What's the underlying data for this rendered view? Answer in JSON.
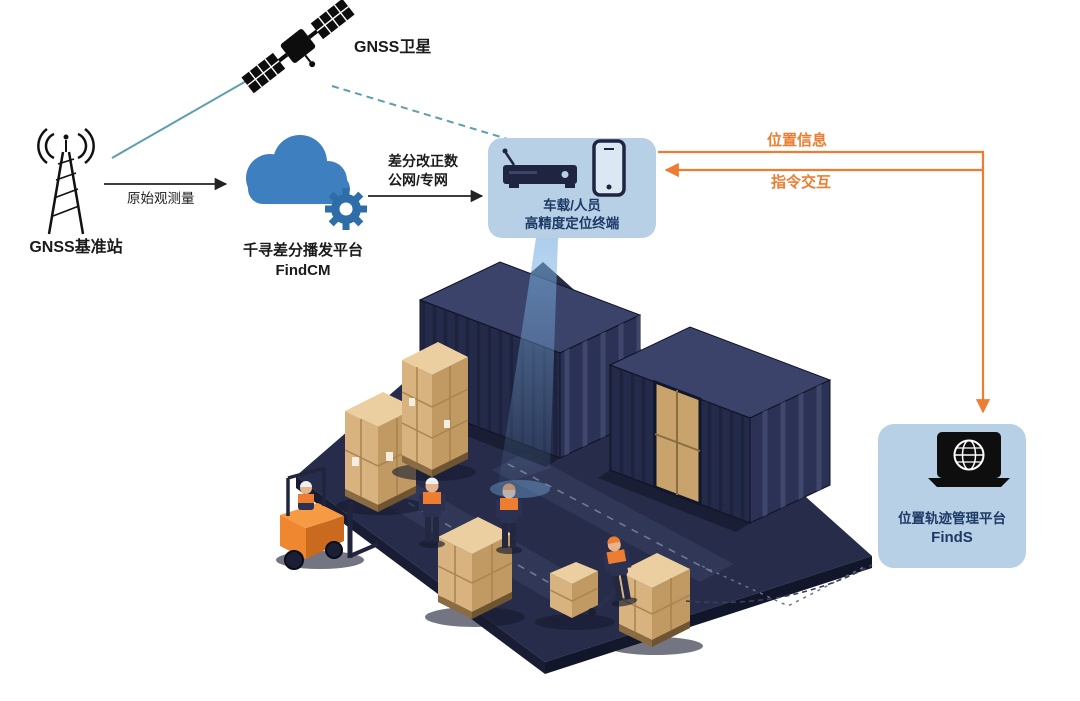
{
  "nodes": {
    "satellite": {
      "label": "GNSS卫星"
    },
    "base_station": {
      "label": "GNSS基准站"
    },
    "cloud": {
      "name": "千寻差分播发平台",
      "product": "FindCM"
    },
    "terminal": {
      "line1": "车载/人员",
      "line2": "高精度定位终端"
    },
    "platform": {
      "name": "位置轨迹管理平台",
      "product": "FindS"
    }
  },
  "edges": {
    "raw_observation": {
      "label": "原始观测量"
    },
    "correction": {
      "line1": "差分改正数",
      "line2": "公网/专网"
    },
    "position_info": {
      "label": "位置信息"
    },
    "command": {
      "label": "指令交互"
    }
  },
  "icons": {
    "satellite": "satellite-icon",
    "base_station": "radio-tower-icon",
    "cloud": "cloud-gear-icon",
    "terminal_receiver": "gnss-receiver-icon",
    "terminal_phone": "smartphone-icon",
    "platform": "laptop-globe-icon"
  },
  "colors": {
    "arrow_orange": "#ED7D31",
    "panel_blue": "#B7D0E6",
    "cloud_blue": "#3E7FBF",
    "gear_blue": "#2E6DA8",
    "link_teal": "#5E9CB0",
    "navy_dark": "#232947",
    "label_navy": "#1D3A66",
    "box_tan": "#D8B37F"
  }
}
